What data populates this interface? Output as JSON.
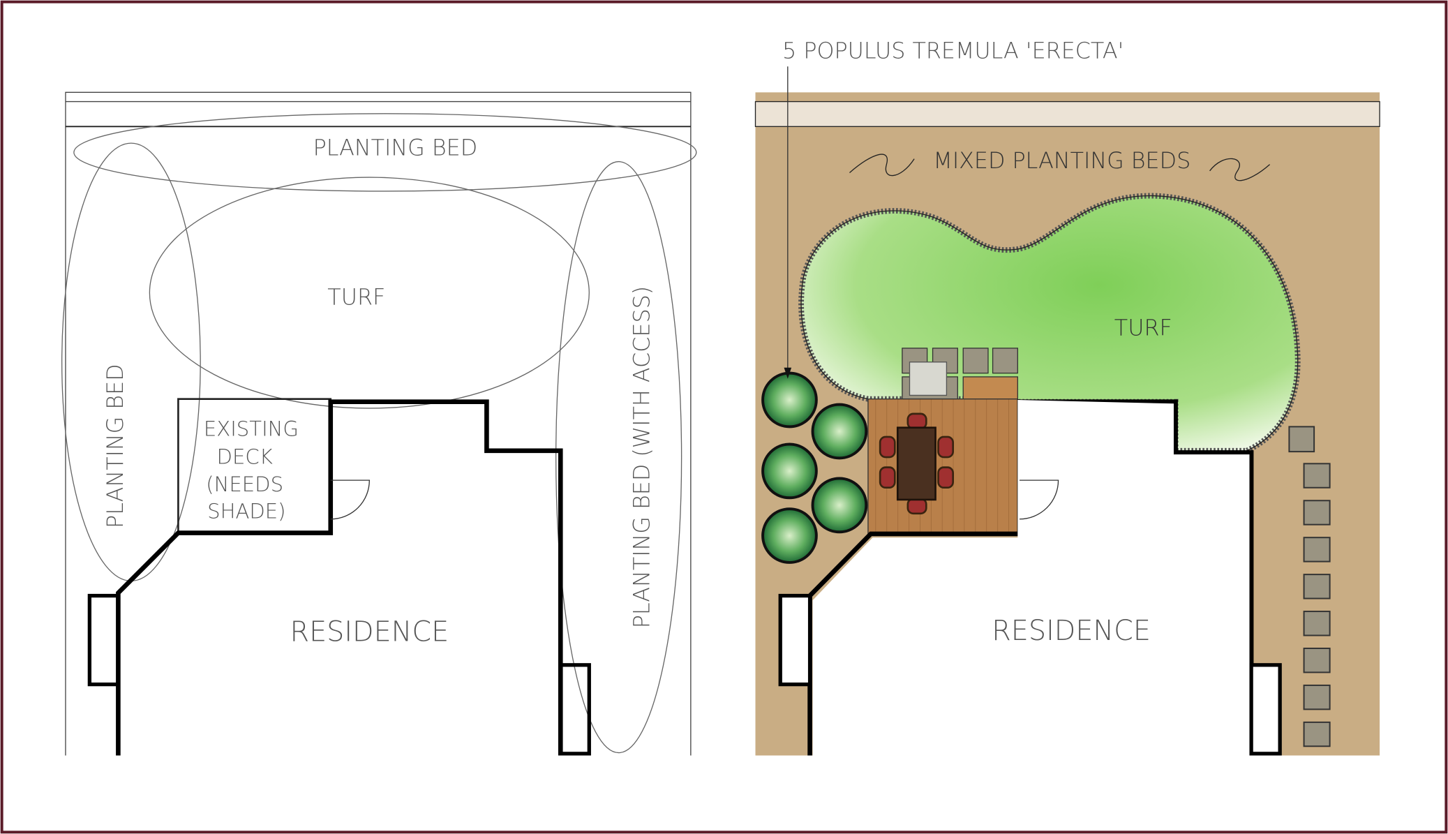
{
  "colors": {
    "frame": "#5a1a28",
    "ground": "#c9ad84",
    "turf": "#8fd46a",
    "deck": "#b57a45",
    "stone": "#9a9482"
  },
  "left_plan": {
    "labels": {
      "planting_bed_top": "PLANTING BED",
      "turf": "TURF",
      "planting_bed_left": "PLANTING BED",
      "planting_bed_right": "PLANTING BED (WITH ACCESS)",
      "deck_line1": "EXISTING",
      "deck_line2": "DECK",
      "deck_line3": "(NEEDS",
      "deck_line4": "SHADE)",
      "residence": "RESIDENCE"
    }
  },
  "right_plan": {
    "labels": {
      "trees_callout": "5 POPULUS TREMULA 'ERECTA'",
      "mixed_beds": "MIXED PLANTING BEDS",
      "turf": "TURF",
      "residence": "RESIDENCE"
    }
  }
}
